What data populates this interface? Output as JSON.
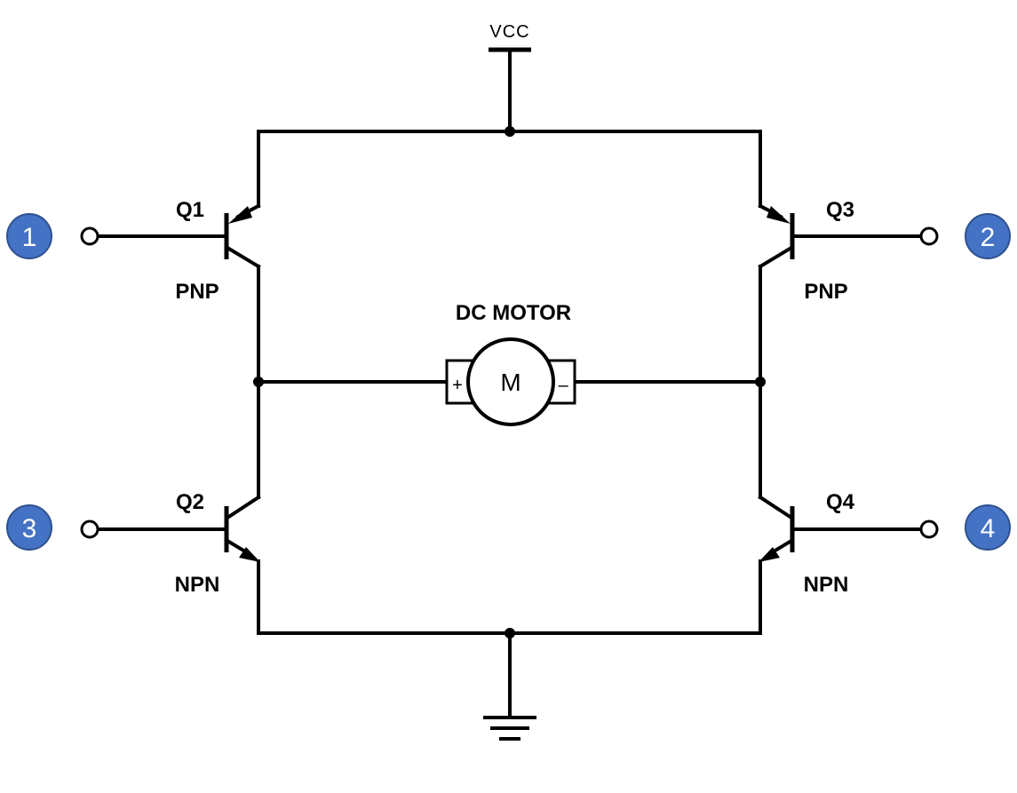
{
  "supply": {
    "label": "VCC"
  },
  "motor": {
    "title": "DC MOTOR",
    "symbol": "M",
    "plus": "+",
    "minus": "–"
  },
  "transistors": [
    {
      "id": "Q1",
      "type": "PNP"
    },
    {
      "id": "Q2",
      "type": "NPN"
    },
    {
      "id": "Q3",
      "type": "PNP"
    },
    {
      "id": "Q4",
      "type": "NPN"
    }
  ],
  "inputs": [
    {
      "number": "1"
    },
    {
      "number": "2"
    },
    {
      "number": "3"
    },
    {
      "number": "4"
    }
  ],
  "colors": {
    "badge_fill": "#4472c4",
    "badge_text": "#ffffff",
    "wire": "#000000"
  },
  "icons": {
    "supply": "vcc-supply-icon",
    "ground": "ground-icon",
    "motor": "dc-motor-icon"
  }
}
